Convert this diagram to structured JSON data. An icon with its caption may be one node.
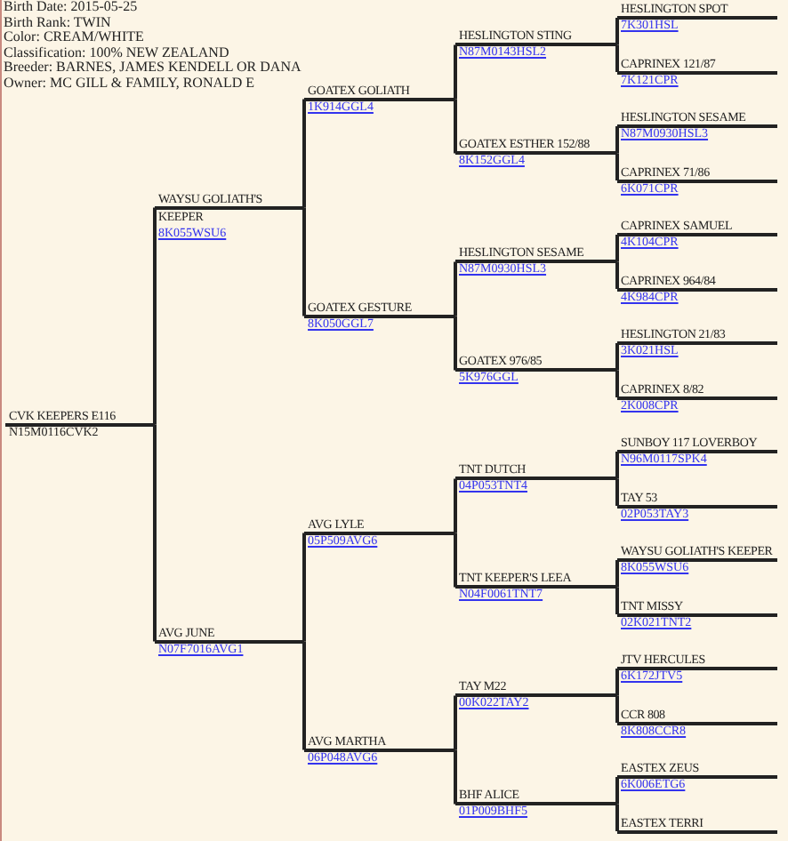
{
  "diagram": {
    "nodes": [
      {
        "text": [
          "CVK KEEPERS E116",
          "N15M0116CVK2"
        ]
      },
      {
        "text": [
          "WAYSU GOLIATH'S KEEPER",
          "8K055WSU6"
        ]
      },
      {
        "text": [
          "AVG JUNE",
          "N07F7016AVG1"
        ]
      },
      {
        "text": [
          "GOATEX GOLIATH",
          "1K914GGL4"
        ]
      },
      {
        "text": [
          "GOATEX GESTURE",
          "8K050GGL7"
        ]
      },
      {
        "text": [
          "AVG LYLE",
          "05P509AVG6"
        ]
      },
      {
        "text": [
          "AVG MARTHA",
          "06P048AVG6"
        ]
      },
      {
        "text": [
          "HESLINGTON STING",
          "N87M0143HSL2"
        ]
      },
      {
        "text": [
          "GOATEX ESTHER 152/88",
          "8K152GGL4"
        ]
      },
      {
        "text": [
          "HESLINGTON SESAME",
          "N87M0930HSL3"
        ]
      },
      {
        "text": [
          "GOATEX 976/85",
          "5K976GGL"
        ]
      },
      {
        "text": [
          "TNT DUTCH",
          "04P053TNT4"
        ]
      },
      {
        "text": [
          "TNT KEEPER'S LEEA",
          "N04F0061TNT7"
        ]
      },
      {
        "text": [
          "TAY M22",
          "00K022TAY2"
        ]
      },
      {
        "text": [
          "BHF ALICE",
          "01P009BHF5"
        ]
      },
      {
        "text": [
          "HESLINGTON SPOT",
          "7K301HSL"
        ]
      },
      {
        "text": [
          "CAPRINEX 121/87",
          "7K121CPR"
        ]
      },
      {
        "text": [
          "HESLINGTON SESAME",
          "N87M0930HSL3"
        ]
      },
      {
        "text": [
          "CAPRINEX 71/86",
          "6K071CPR"
        ]
      },
      {
        "text": [
          "CAPRINEX SAMUEL",
          "4K104CPR"
        ]
      },
      {
        "text": [
          "CAPRINEX 964/84",
          "4K984CPR"
        ]
      },
      {
        "text": [
          "HESLINGTON 21/83",
          "3K021HSL"
        ]
      },
      {
        "text": [
          "CAPRINEX 8/82",
          "2K008CPR"
        ]
      },
      {
        "text": [
          "SUNBOY 117 LOVERBOY",
          "N96M0117SPK4"
        ]
      },
      {
        "text": [
          "TAY 53",
          "02P053TAY3"
        ]
      },
      {
        "text": [
          "WAYSU GOLIATH'S KEEPER",
          "8K055WSU6"
        ]
      },
      {
        "text": [
          "TNT MISSY",
          "02K021TNT2"
        ]
      },
      {
        "text": [
          "JTV HERCULES",
          "6K172JTV5"
        ]
      },
      {
        "text": [
          "CCR 808",
          "8K808CCR8"
        ]
      },
      {
        "text": [
          "EASTEX ZEUS",
          "6K006ETG6"
        ]
      },
      {
        "text": [
          "EASTEX TERRI"
        ]
      }
    ],
    "edges": [
      {
        "from": 0,
        "to": 1,
        "arrow": "none"
      },
      {
        "from": 0,
        "to": 2,
        "arrow": "none"
      },
      {
        "from": 1,
        "to": 3,
        "arrow": "none"
      },
      {
        "from": 1,
        "to": 4,
        "arrow": "none"
      },
      {
        "from": 2,
        "to": 5,
        "arrow": "none"
      },
      {
        "from": 2,
        "to": 6,
        "arrow": "none"
      },
      {
        "from": 3,
        "to": 7,
        "arrow": "none"
      },
      {
        "from": 3,
        "to": 8,
        "arrow": "none"
      },
      {
        "from": 4,
        "to": 9,
        "arrow": "none"
      },
      {
        "from": 4,
        "to": 10,
        "arrow": "none"
      },
      {
        "from": 5,
        "to": 11,
        "arrow": "none"
      },
      {
        "from": 5,
        "to": 12,
        "arrow": "none"
      },
      {
        "from": 6,
        "to": 13,
        "arrow": "none"
      },
      {
        "from": 6,
        "to": 14,
        "arrow": "none"
      },
      {
        "from": 7,
        "to": 15,
        "arrow": "none"
      },
      {
        "from": 7,
        "to": 16,
        "arrow": "none"
      },
      {
        "from": 8,
        "to": 17,
        "arrow": "none"
      },
      {
        "from": 8,
        "to": 18,
        "arrow": "none"
      },
      {
        "from": 9,
        "to": 19,
        "arrow": "none"
      },
      {
        "from": 9,
        "to": 20,
        "arrow": "none"
      },
      {
        "from": 10,
        "to": 21,
        "arrow": "none"
      },
      {
        "from": 10,
        "to": 22,
        "arrow": "none"
      },
      {
        "from": 11,
        "to": 23,
        "arrow": "none"
      },
      {
        "from": 11,
        "to": 24,
        "arrow": "none"
      },
      {
        "from": 12,
        "to": 25,
        "arrow": "none"
      },
      {
        "from": 12,
        "to": 26,
        "arrow": "none"
      },
      {
        "from": 13,
        "to": 27,
        "arrow": "none"
      },
      {
        "from": 13,
        "to": 28,
        "arrow": "none"
      },
      {
        "from": 14,
        "to": 29,
        "arrow": "none"
      },
      {
        "from": 14,
        "to": 30,
        "arrow": "none"
      }
    ],
    "labels": [
      "Birth Date: 2015-05-25",
      "Birth Rank: TWIN",
      "Color: CREAM/WHITE",
      "Classification: 100% NEW ZEALAND",
      "Breeder: BARNES, JAMES KENDELL OR DANA",
      "Owner: MC GILL & FAMILY, RONALD E"
    ]
  }
}
